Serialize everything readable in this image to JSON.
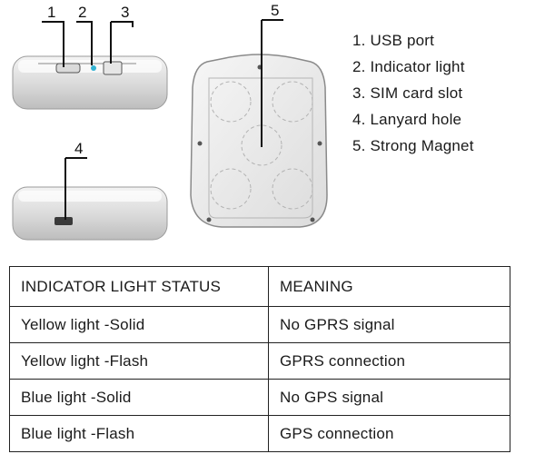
{
  "callouts": {
    "c1": "1",
    "c2": "2",
    "c3": "3",
    "c4": "4",
    "c5": "5"
  },
  "legend": [
    "1. USB port",
    "2. Indicator light",
    "3. SIM card slot",
    "4. Lanyard hole",
    "5. Strong Magnet"
  ],
  "table": {
    "headers": [
      "INDICATOR LIGHT STATUS",
      "MEANING"
    ],
    "rows": [
      [
        "Yellow light -Solid",
        "No GPRS signal"
      ],
      [
        "Yellow light -Flash",
        "GPRS connection"
      ],
      [
        "Blue light -Solid",
        "No GPS signal"
      ],
      [
        "Blue light -Flash",
        "GPS connection"
      ]
    ]
  }
}
